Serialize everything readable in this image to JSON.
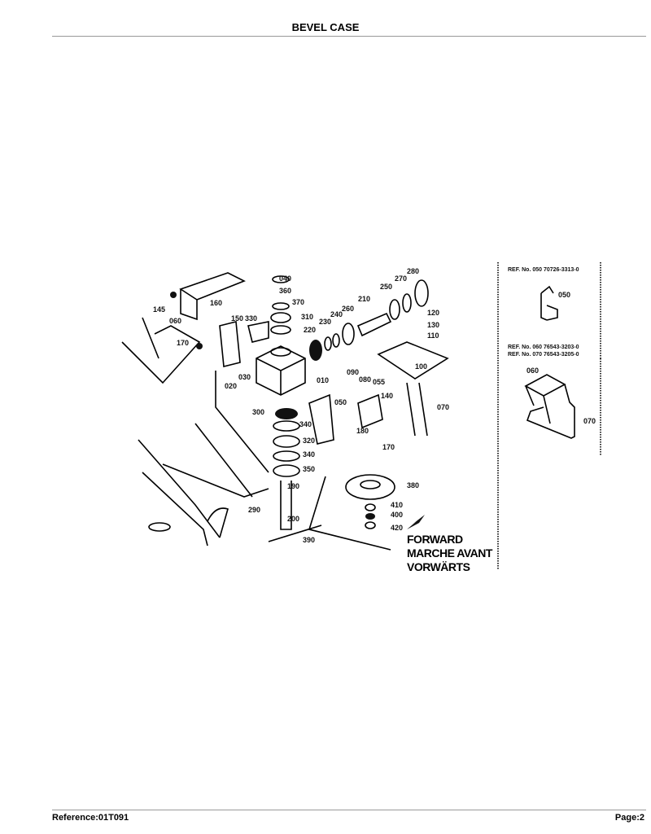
{
  "header": {
    "title": "BEVEL CASE"
  },
  "footer": {
    "reference": "Reference:01T091",
    "page": "Page:2"
  },
  "diagram": {
    "callouts": [
      "040",
      "360",
      "370",
      "310",
      "330",
      "150",
      "160",
      "145",
      "060",
      "170",
      "220",
      "230",
      "240",
      "260",
      "210",
      "250",
      "270",
      "280",
      "120",
      "130",
      "110",
      "100",
      "090",
      "080",
      "055",
      "050",
      "010",
      "030",
      "020",
      "140",
      "070",
      "300",
      "340",
      "180",
      "320",
      "170",
      "340",
      "350",
      "190",
      "380",
      "290",
      "410",
      "400",
      "200",
      "420",
      "390"
    ],
    "direction": {
      "line1": "FORWARD",
      "line2": "MARCHE AVANT",
      "line3": "VORWÄRTS"
    },
    "side_panel": {
      "ref1": "REF. No. 050 70726-3313-0",
      "ref1_callout": "050",
      "ref2": "REF. No. 060 76543-3203-0",
      "ref3": "REF. No. 070 76543-3205-0",
      "ref2_callouts": [
        "060",
        "070"
      ]
    }
  }
}
